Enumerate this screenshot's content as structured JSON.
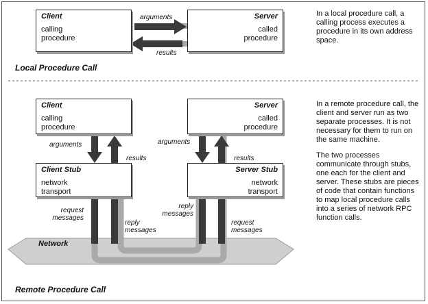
{
  "local": {
    "client": {
      "title": "Client",
      "line1": "calling",
      "line2": "procedure"
    },
    "server": {
      "title": "Server",
      "line1": "called",
      "line2": "procedure"
    },
    "arguments_label": "arguments",
    "results_label": "results",
    "heading": "Local Procedure Call",
    "description": "In a local procedure call, a calling process executes a procedure in its own address space."
  },
  "remote": {
    "client": {
      "title": "Client",
      "line1": "calling",
      "line2": "procedure"
    },
    "server": {
      "title": "Server",
      "line1": "called",
      "line2": "procedure"
    },
    "client_stub": {
      "title": "Client Stub",
      "line1": "network",
      "line2": "transport"
    },
    "server_stub": {
      "title": "Server Stub",
      "line1": "network",
      "line2": "transport"
    },
    "labels": {
      "client_arguments": "arguments",
      "client_results": "results",
      "server_arguments": "arguments",
      "server_results": "results",
      "client_request_1": "request",
      "client_request_2": "messages",
      "client_reply_1": "reply",
      "client_reply_2": "messages",
      "server_reply_1": "reply",
      "server_reply_2": "messages",
      "server_request_1": "request",
      "server_request_2": "messages"
    },
    "network_label": "Network",
    "heading": "Remote Procedure Call",
    "description_p1": "In a remote procedure call, the client and server run as two separate processes. It is not necessary for them to run on the same machine.",
    "description_p2": "The two processes communicate through stubs, one each for the client and server. These stubs are pieces of code that contain functions to map local procedure calls into a series of network RPC function calls."
  },
  "colors": {
    "dark_arrow": "#3a3a3a",
    "light_arrow": "#a9a9a9",
    "network_fill": "#cfcfcf"
  }
}
